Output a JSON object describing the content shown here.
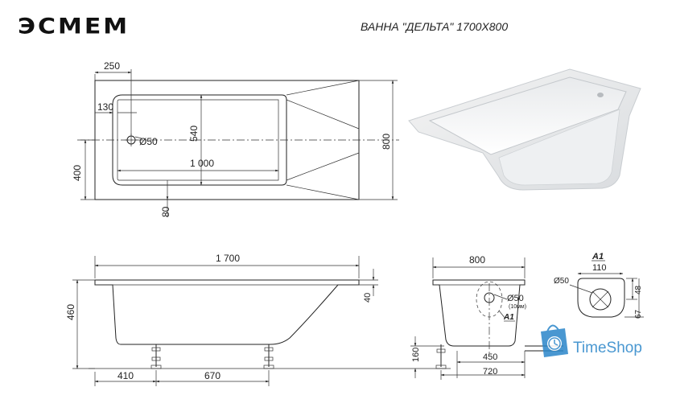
{
  "brand": {
    "logo_text": "ЭСМЕМ"
  },
  "title": "ВАННА \"ДЕЛЬТА\" 1700Х800",
  "watermark": {
    "text": "TimeShop"
  },
  "top_view": {
    "d_250": "250",
    "d_130": "130",
    "d_540": "540",
    "d_phi50": "Ø50",
    "d_1000": "1 000",
    "d_400": "400",
    "d_80": "80",
    "d_800": "800"
  },
  "side_view": {
    "d_1700": "1 700",
    "d_460": "460",
    "d_40": "40",
    "d_410": "410",
    "d_670": "670"
  },
  "end_view": {
    "d_800": "800",
    "d_phi50": "Ø50",
    "d_10mm": "(10мм)",
    "a1": "A1",
    "d_160": "160",
    "d_450": "450",
    "d_720": "720"
  },
  "detail": {
    "a1": "A1",
    "d_110": "110",
    "d_phi50": "Ø50",
    "d_48": "48",
    "d_67": "67"
  },
  "colors": {
    "line": "#222222",
    "watermark": "#2a86c9"
  }
}
